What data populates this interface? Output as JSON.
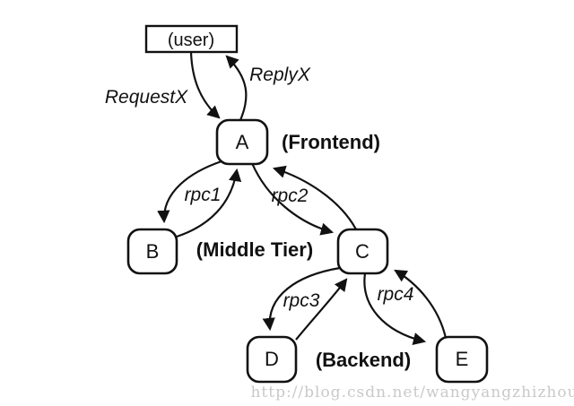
{
  "diagram": {
    "type": "rpc-call-graph",
    "nodes": [
      {
        "id": "user",
        "label": "(user)",
        "shape": "rectangle",
        "role": "client"
      },
      {
        "id": "A",
        "label": "A",
        "shape": "rounded-rectangle",
        "role": "frontend"
      },
      {
        "id": "B",
        "label": "B",
        "shape": "rounded-rectangle",
        "role": "middle-tier"
      },
      {
        "id": "C",
        "label": "C",
        "shape": "rounded-rectangle",
        "role": "middle-tier"
      },
      {
        "id": "D",
        "label": "D",
        "shape": "rounded-rectangle",
        "role": "backend"
      },
      {
        "id": "E",
        "label": "E",
        "shape": "rounded-rectangle",
        "role": "backend"
      }
    ],
    "tier_labels": [
      {
        "text": "(Frontend)",
        "for": "A"
      },
      {
        "text": "(Middle Tier)",
        "for": "B,C"
      },
      {
        "text": "(Backend)",
        "for": "D,E"
      }
    ],
    "edges": [
      {
        "from": "user",
        "to": "A",
        "label": "RequestX"
      },
      {
        "from": "A",
        "to": "user",
        "label": "ReplyX"
      },
      {
        "from": "A",
        "to": "B",
        "label": "rpc1"
      },
      {
        "from": "B",
        "to": "A",
        "label": ""
      },
      {
        "from": "A",
        "to": "C",
        "label": "rpc2"
      },
      {
        "from": "C",
        "to": "A",
        "label": ""
      },
      {
        "from": "C",
        "to": "D",
        "label": "rpc3"
      },
      {
        "from": "D",
        "to": "C",
        "label": ""
      },
      {
        "from": "C",
        "to": "E",
        "label": "rpc4"
      },
      {
        "from": "E",
        "to": "C",
        "label": ""
      }
    ],
    "colors": {
      "ink": "#111111",
      "background": "#ffffff",
      "watermark": "#c9c9c9"
    }
  },
  "watermark": {
    "text": "http://blog.csdn.net/wangyangzhizhou"
  }
}
